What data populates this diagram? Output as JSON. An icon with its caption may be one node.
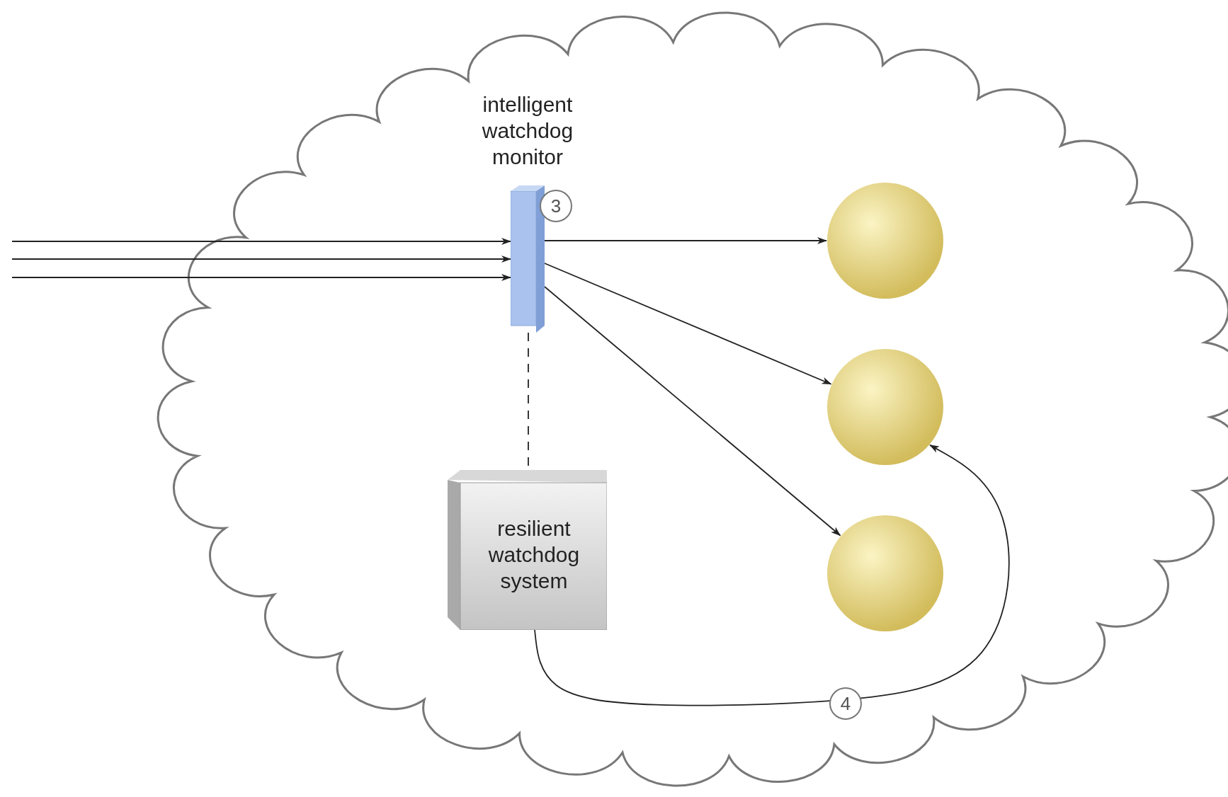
{
  "diagram": {
    "nodes": [
      {
        "text": [],
        "shape": "cloud"
      },
      {
        "text": [
          "intelligent watchdog monitor"
        ],
        "beside": [
          "3"
        ],
        "in": 0
      },
      {
        "text": [],
        "shape": "circle",
        "in": 0
      },
      {
        "text": [],
        "shape": "circle",
        "in": 0
      },
      {
        "text": [],
        "shape": "circle",
        "in": 0
      },
      {
        "text": [
          "resilient watchdog system"
        ],
        "in": 0
      }
    ],
    "edges": [
      {
        "from": null,
        "to": 1,
        "arrow": "to"
      },
      {
        "from": null,
        "to": 1,
        "arrow": "to"
      },
      {
        "from": null,
        "to": 1,
        "arrow": "to"
      },
      {
        "from": 1,
        "to": 2,
        "arrow": "to"
      },
      {
        "from": 1,
        "to": 3,
        "arrow": "to"
      },
      {
        "from": 1,
        "to": 4,
        "arrow": "to"
      },
      {
        "from": 1,
        "to": 5,
        "arrow": "none",
        "style": "dashed"
      },
      {
        "from": 5,
        "to": 3,
        "arrow": "to",
        "label": "4"
      }
    ]
  }
}
